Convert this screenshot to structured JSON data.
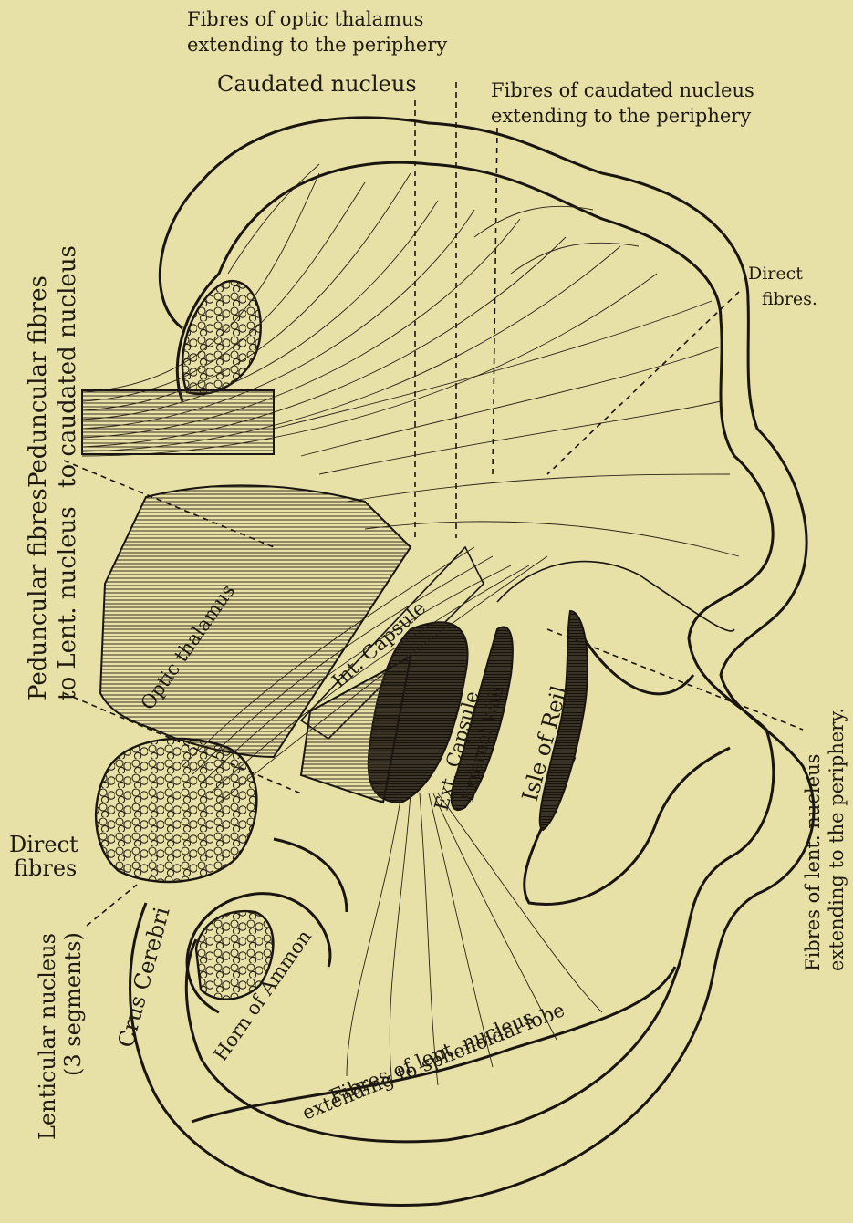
{
  "labels": {
    "fibres_optic_thalamus_1": "Fibres of optic thalamus",
    "fibres_optic_thalamus_2": "extending to the periphery",
    "caudated_nucleus": "Caudated nucleus",
    "fibres_caudated_1": "Fibres of caudated nucleus",
    "fibres_caudated_2": "extending to the periphery",
    "direct_fibres_right_1": "Direct",
    "direct_fibres_right_2": "fibres.",
    "peduncular_caudated_1": "Peduncular fibres",
    "peduncular_caudated_2": "to caudated nucleus",
    "peduncular_lent_1": "Peduncular fibres",
    "peduncular_lent_2": "to Lent. nucleus",
    "direct_fibres_left_1": "Direct",
    "direct_fibres_left_2": "fibres",
    "lenticular_1": "Lenticular nucleus",
    "lenticular_2": "(3 segments)",
    "crus_cerebri": "Crus Cerebri",
    "horn_of_ammon": "Horn of Ammon",
    "optic_thalamus": "Optic thalamus",
    "int_capsule": "Int. Capsule",
    "ext_capsule": "Ext. Capsule",
    "external_wall": "External Wall",
    "isle_of_reil": "Isle of Reil",
    "fibres_lent_right_1": "Fibres of lent. nucleus",
    "fibres_lent_right_2": "extending to the periphery.",
    "fibres_lent_spheno_1": "Fibres of lent. nucleus",
    "fibres_lent_spheno_2": "extending to sphenoidal lobe"
  },
  "colors": {
    "paper": "#e7e0a7",
    "ink": "#1a1510"
  }
}
